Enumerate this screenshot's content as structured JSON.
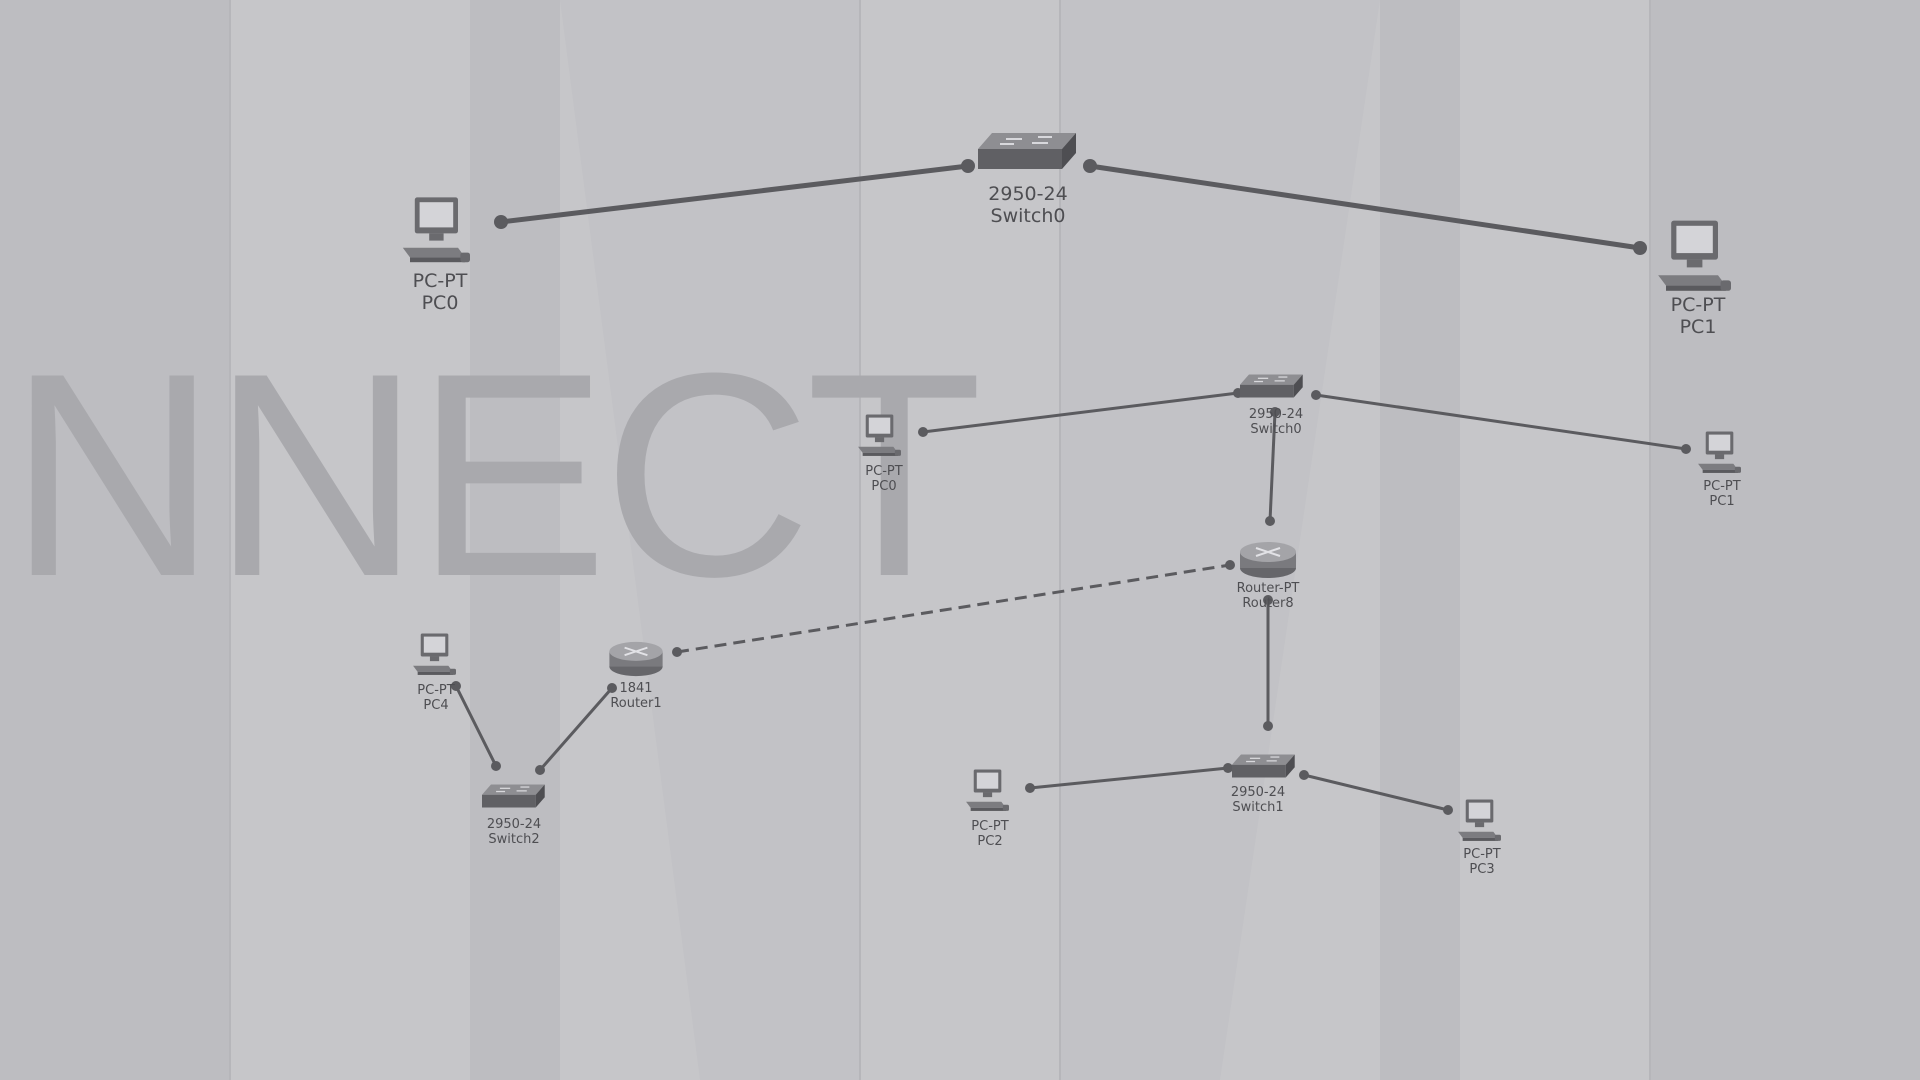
{
  "watermark": {
    "text": "NNECT"
  },
  "colors": {
    "background": "#c6c6c9",
    "link": "#5b5b5f",
    "device_dark": "#5f5f63",
    "device_light": "#8c8c90",
    "label": "#4e4e52"
  },
  "devices": [
    {
      "id": "top_pc0",
      "icon": "pc-icon",
      "model": "PC-PT",
      "name": "PC0"
    },
    {
      "id": "top_switch0",
      "icon": "switch-icon",
      "model": "2950-24",
      "name": "Switch0"
    },
    {
      "id": "top_pc1",
      "icon": "pc-icon",
      "model": "PC-PT",
      "name": "PC1"
    },
    {
      "id": "pc0",
      "icon": "pc-icon",
      "model": "PC-PT",
      "name": "PC0"
    },
    {
      "id": "switch0",
      "icon": "switch-icon",
      "model": "2950-24",
      "name": "Switch0"
    },
    {
      "id": "pc1",
      "icon": "pc-icon",
      "model": "PC-PT",
      "name": "PC1"
    },
    {
      "id": "router8",
      "icon": "router-icon",
      "model": "Router-PT",
      "name": "Router8"
    },
    {
      "id": "pc4",
      "icon": "pc-icon",
      "model": "PC-PT",
      "name": "PC4"
    },
    {
      "id": "router1",
      "icon": "router-icon",
      "model": "1841",
      "name": "Router1"
    },
    {
      "id": "switch2",
      "icon": "switch-icon",
      "model": "2950-24",
      "name": "Switch2"
    },
    {
      "id": "pc2",
      "icon": "pc-icon",
      "model": "PC-PT",
      "name": "PC2"
    },
    {
      "id": "switch1",
      "icon": "switch-icon",
      "model": "2950-24",
      "name": "Switch1"
    },
    {
      "id": "pc3",
      "icon": "pc-icon",
      "model": "PC-PT",
      "name": "PC3"
    }
  ],
  "links": [
    {
      "from": "top_pc0",
      "to": "top_switch0",
      "style": "solid"
    },
    {
      "from": "top_switch0",
      "to": "top_pc1",
      "style": "solid"
    },
    {
      "from": "pc0",
      "to": "switch0",
      "style": "solid"
    },
    {
      "from": "switch0",
      "to": "pc1",
      "style": "solid"
    },
    {
      "from": "switch0",
      "to": "router8",
      "style": "solid"
    },
    {
      "from": "router1",
      "to": "router8",
      "style": "dashed"
    },
    {
      "from": "router8",
      "to": "switch1",
      "style": "solid"
    },
    {
      "from": "pc2",
      "to": "switch1",
      "style": "solid"
    },
    {
      "from": "switch1",
      "to": "pc3",
      "style": "solid"
    },
    {
      "from": "pc4",
      "to": "switch2",
      "style": "solid"
    },
    {
      "from": "switch2",
      "to": "router1",
      "style": "solid"
    }
  ]
}
